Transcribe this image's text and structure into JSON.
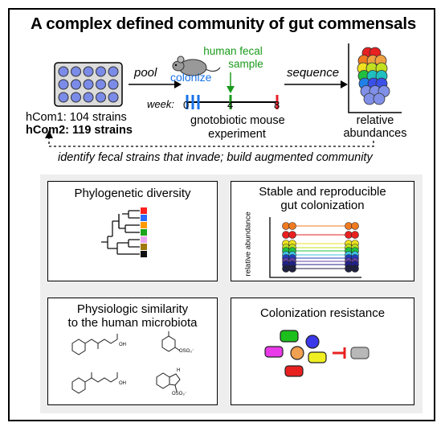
{
  "title": "A complex defined community of gut commensals",
  "top": {
    "pool_label": "pool",
    "colonize_label": "colonize",
    "fecal_label_1": "human fecal",
    "fecal_label_2": "sample",
    "sequence_label": "sequence",
    "week_label": "week:",
    "week_0": "0",
    "week_4": "4",
    "week_8": "8",
    "experiment_line1": "gnotobiotic mouse",
    "experiment_line2": "experiment",
    "abund_line1": "relative",
    "abund_line2": "abundances",
    "hcom1": "hCom1: 104 strains",
    "hcom2": "hCom2: 119 strains",
    "feedback": "identify fecal strains that invade; build augmented community"
  },
  "panels": {
    "phylo_title": "Phylogenetic diversity",
    "stable_title_1": "Stable and reproducible",
    "stable_title_2": "gut colonization",
    "stable_ylabel": "relative abundance",
    "physio_title_1": "Physiologic similarity",
    "physio_title_2": "to the human microbiota",
    "resist_title": "Colonization resistance"
  },
  "chem": {
    "oh1": "OH",
    "oh2": "OH",
    "so3_1": "OSO₃⁻",
    "so3_2": "OSO₃⁻",
    "nh": "H"
  },
  "colors": {
    "blue": "#1a73e8",
    "green": "#1a9a1a",
    "red": "#e8202a",
    "plate_well": "#7b8be8",
    "tip_colors": [
      "#ff2020",
      "#2a6bff",
      "#ff9900",
      "#1aa51a",
      "#e8a6f0",
      "#a07810",
      "#111111"
    ]
  }
}
